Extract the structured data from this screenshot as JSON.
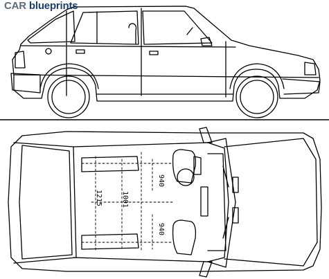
{
  "logo": {
    "part1": "CAR",
    "part2": "blueprints"
  },
  "dimensions": {
    "seat_front": "940",
    "seat_rear": "940",
    "interior_width_a": "1001",
    "interior_width_b": "1215"
  },
  "colors": {
    "line": "#000000",
    "background": "#ffffff",
    "logo_car": "#5f6b75",
    "logo_blueprints": "#1d3e6e"
  }
}
